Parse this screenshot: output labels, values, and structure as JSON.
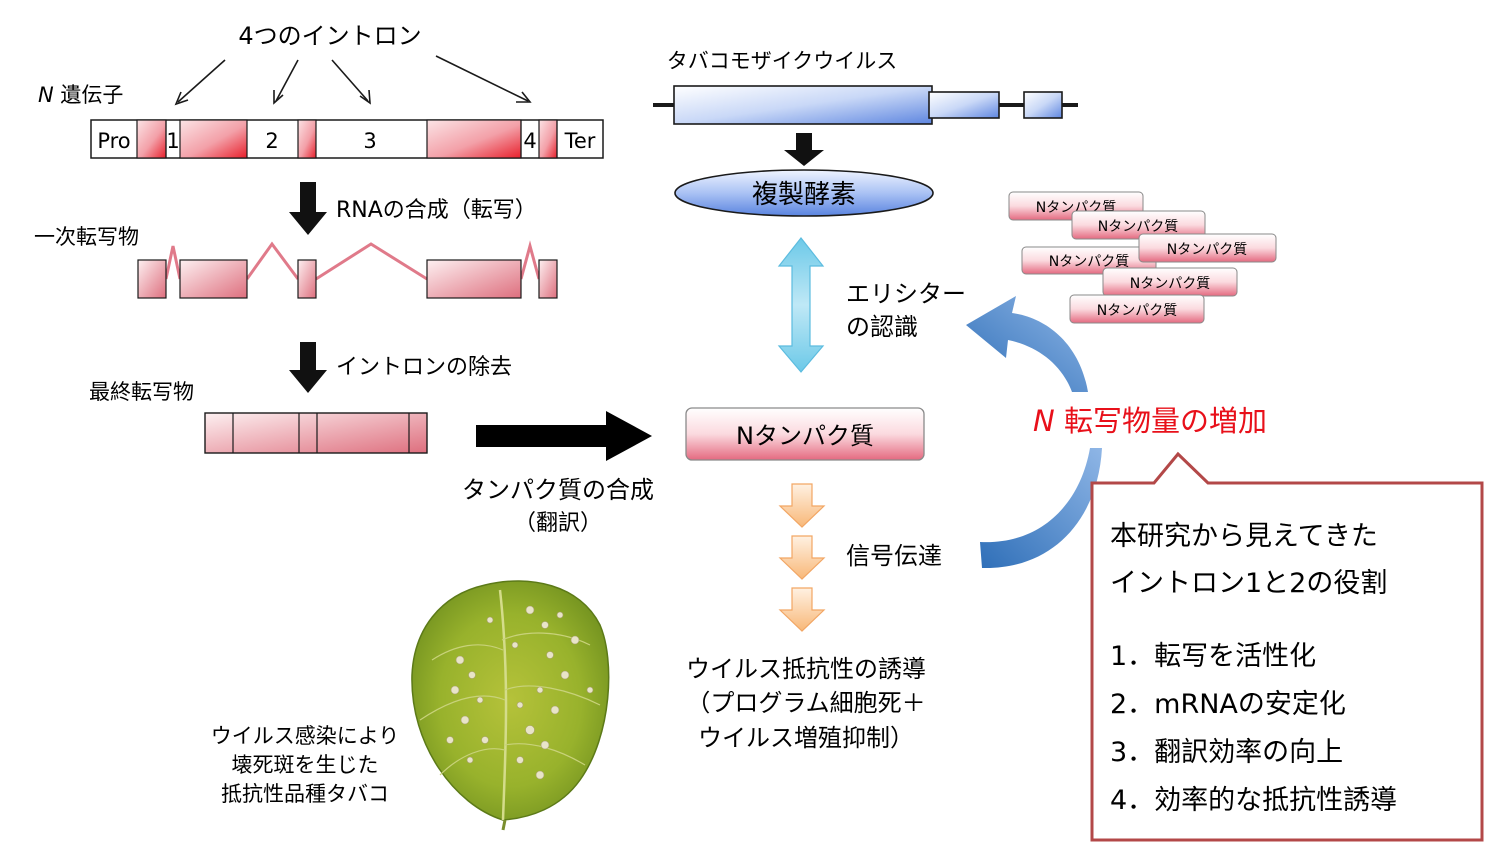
{
  "gene": {
    "introns_label": "4つのイントロン",
    "gene_name_italic": "N",
    "gene_name_rest": " 遺伝子",
    "segments": {
      "pro": "Pro",
      "exon1": "1",
      "exon2": "2",
      "exon3": "3",
      "exon4": "4",
      "ter": "Ter"
    },
    "step_transcription": "RNAの合成（転写）",
    "primary_transcript": "一次転写物",
    "step_splicing": "イントロンの除去",
    "final_transcript": "最終転写物",
    "step_translation_1": "タンパク質の合成",
    "step_translation_2": "（翻訳）"
  },
  "virus": {
    "name": "タバコモザイクウイルス",
    "replicase": "複製酵素"
  },
  "pathway": {
    "elicitor_1": "エリシター",
    "elicitor_2": "の認識",
    "n_protein": "Nタンパク質",
    "signal": "信号伝達",
    "resistance_1": "ウイルス抵抗性の誘導",
    "resistance_2": "（プログラム細胞死＋",
    "resistance_3": "ウイルス増殖抑制）",
    "stack_labels": [
      "Nタンパク質",
      "Nタンパク質",
      "Nタンパク質",
      "Nタンパク質",
      "Nタンパク質",
      "Nタンパク質"
    ],
    "increase_italic": "N",
    "increase_rest": " 転写物量の増加"
  },
  "leaf": {
    "caption_1": "ウイルス感染により",
    "caption_2": "壊死斑を生じた",
    "caption_3": "抵抗性品種タバコ"
  },
  "callout": {
    "title_1": "本研究から見えてきた",
    "title_2": "イントロン1と2の役割",
    "items": [
      "1．転写を活性化",
      "2．mRNAの安定化",
      "3．翻訳効率の向上",
      "4．効率的な抵抗性誘導"
    ]
  },
  "colors": {
    "exon_red": "#e8202c",
    "intron_line": "#e07a8a",
    "increase_text": "#e8101a",
    "virus_blue": "#4a78d8",
    "up_arrow_cyan": "#45b8dc",
    "feedback_arrow_blue": "#4a86c8",
    "signal_arrow_orange": "#f5a860",
    "callout_border": "#b34848"
  }
}
